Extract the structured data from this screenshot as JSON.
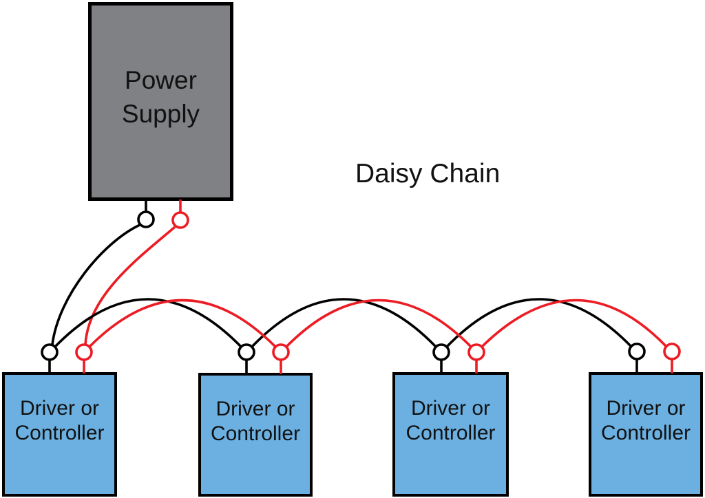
{
  "diagram": {
    "title": "Daisy Chain",
    "power_supply": {
      "label": "Power Supply"
    },
    "controllers": [
      {
        "label": "Driver or Controller"
      },
      {
        "label": "Driver or Controller"
      },
      {
        "label": "Driver or Controller"
      },
      {
        "label": "Driver or Controller"
      }
    ],
    "wires": {
      "negative_color": "#000000",
      "positive_color": "#EC1C24"
    },
    "colors": {
      "power_supply_fill": "#808184",
      "controller_fill": "#6BB0E1",
      "outline": "#000000",
      "background": "#FFFFFF"
    }
  }
}
